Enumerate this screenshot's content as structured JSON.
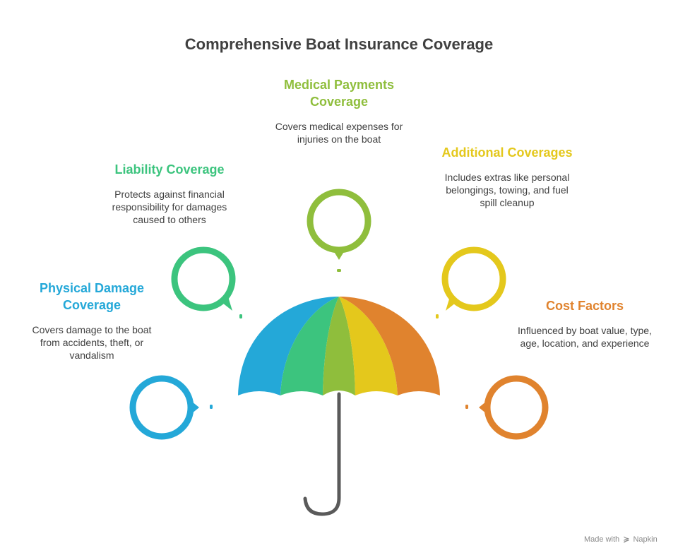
{
  "title": "Comprehensive Boat Insurance Coverage",
  "items": [
    {
      "heading": "Physical Damage Coverage",
      "description": "Covers damage to the boat from accidents, theft, or vandalism",
      "color": "#24a8d8"
    },
    {
      "heading": "Liability Coverage",
      "description": "Protects against financial responsibility for damages caused to others",
      "color": "#3cc47e"
    },
    {
      "heading": "Medical Payments Coverage",
      "description": "Covers medical expenses for injuries on the boat",
      "color": "#8fbe3c"
    },
    {
      "heading": "Additional Coverages",
      "description": "Includes extras like personal belongings, towing, and fuel spill cleanup",
      "color": "#e4c81c"
    },
    {
      "heading": "Cost Factors",
      "description": "Influenced by boat value, type, age, location, and experience",
      "color": "#e0832e"
    }
  ],
  "umbrella": {
    "handle_color": "#5a5a5a"
  },
  "footer": {
    "prefix": "Made with",
    "brand": "Napkin"
  }
}
